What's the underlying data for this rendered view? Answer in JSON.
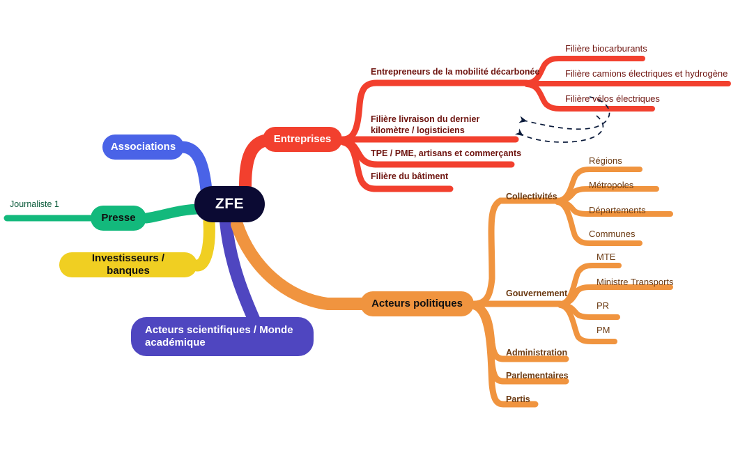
{
  "diagram": {
    "type": "mind-map",
    "title": "ZFE",
    "background": "#ffffff",
    "root": {
      "label": "ZFE",
      "color": "#0B0A33",
      "text_color": "#ffffff"
    },
    "branches": [
      {
        "id": "entreprises",
        "label": "Entreprises",
        "color": "#F2402E",
        "text_color": "#ffffff",
        "side": "right",
        "children": [
          {
            "label": "Entrepreneurs de la mobilité décarbonée",
            "children": [
              {
                "label": "Filière biocarburants"
              },
              {
                "label": "Filière camions électriques et hydrogène"
              },
              {
                "label": "Filière vélos électriques"
              }
            ]
          },
          {
            "label": "Filière livraison du dernier kilomètre / logisticiens",
            "children": []
          },
          {
            "label": "TPE / PME, artisans et commerçants",
            "children": []
          },
          {
            "label": "Filière du bâtiment",
            "children": []
          }
        ]
      },
      {
        "id": "acteurs-politiques",
        "label": "Acteurs politiques",
        "color": "#F0943F",
        "text_color": "#111111",
        "side": "right",
        "children": [
          {
            "label": "Collectivités",
            "children": [
              {
                "label": "Régions"
              },
              {
                "label": "Métropoles"
              },
              {
                "label": "Départements"
              },
              {
                "label": "Communes"
              }
            ]
          },
          {
            "label": "Gouvernement",
            "children": [
              {
                "label": "MTE"
              },
              {
                "label": "Ministre Transports"
              },
              {
                "label": "PR"
              },
              {
                "label": "PM"
              }
            ]
          },
          {
            "label": "Administration",
            "children": []
          },
          {
            "label": "Parlementaires",
            "children": []
          },
          {
            "label": "Partis",
            "children": []
          }
        ]
      },
      {
        "id": "associations",
        "label": "Associations",
        "color": "#4A63E7",
        "text_color": "#ffffff",
        "side": "left",
        "children": []
      },
      {
        "id": "presse",
        "label": "Presse",
        "color": "#13B97C",
        "text_color": "#111111",
        "side": "left",
        "children": [
          {
            "label": "Journaliste 1",
            "children": []
          }
        ]
      },
      {
        "id": "investisseurs",
        "label": "Investisseurs / banques",
        "color": "#F0CF22",
        "text_color": "#111111",
        "side": "left",
        "children": []
      },
      {
        "id": "academique",
        "label": "Acteurs scientifiques / Monde académique",
        "color": "#4F46C0",
        "text_color": "#ffffff",
        "side": "left",
        "children": []
      }
    ],
    "annotations": {
      "relation_arrows": {
        "style": "dashed",
        "color": "#0B1B3B",
        "count": 2,
        "from": [
          "Filière camions électriques et hydrogène",
          "Filière vélos électriques"
        ],
        "to": "Filière livraison du dernier kilomètre / logisticiens"
      }
    }
  }
}
